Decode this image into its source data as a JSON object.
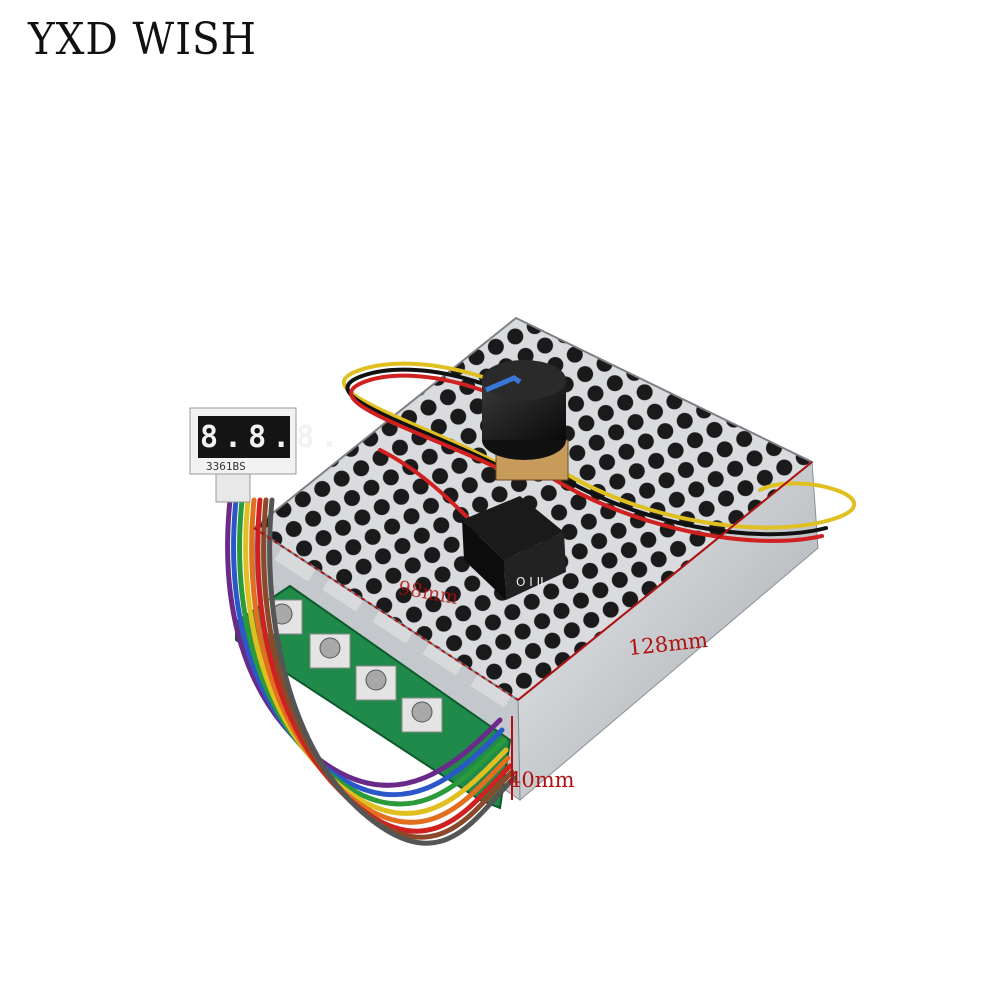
{
  "brand": {
    "title": "YXD WISH"
  },
  "product": {
    "display_digits": "8.8.8.",
    "display_part_number": "3361BS",
    "dimensions": {
      "length_label": "128mm",
      "width_label": "98mm",
      "height_label": "40mm"
    }
  },
  "colors": {
    "dimension_text": "#b01010",
    "pcb_green": "#1f8a4a",
    "heatsink_silver": "#c9ccd0",
    "wire_rainbow": [
      "#6a2a8a",
      "#2a58c8",
      "#2a9a3a",
      "#e0c020",
      "#e07020",
      "#d02020",
      "#8a4a2a",
      "#111111"
    ]
  },
  "icons": {
    "display": "seven-segment-display",
    "knob": "potentiometer-knob",
    "switch": "rocker-switch"
  }
}
